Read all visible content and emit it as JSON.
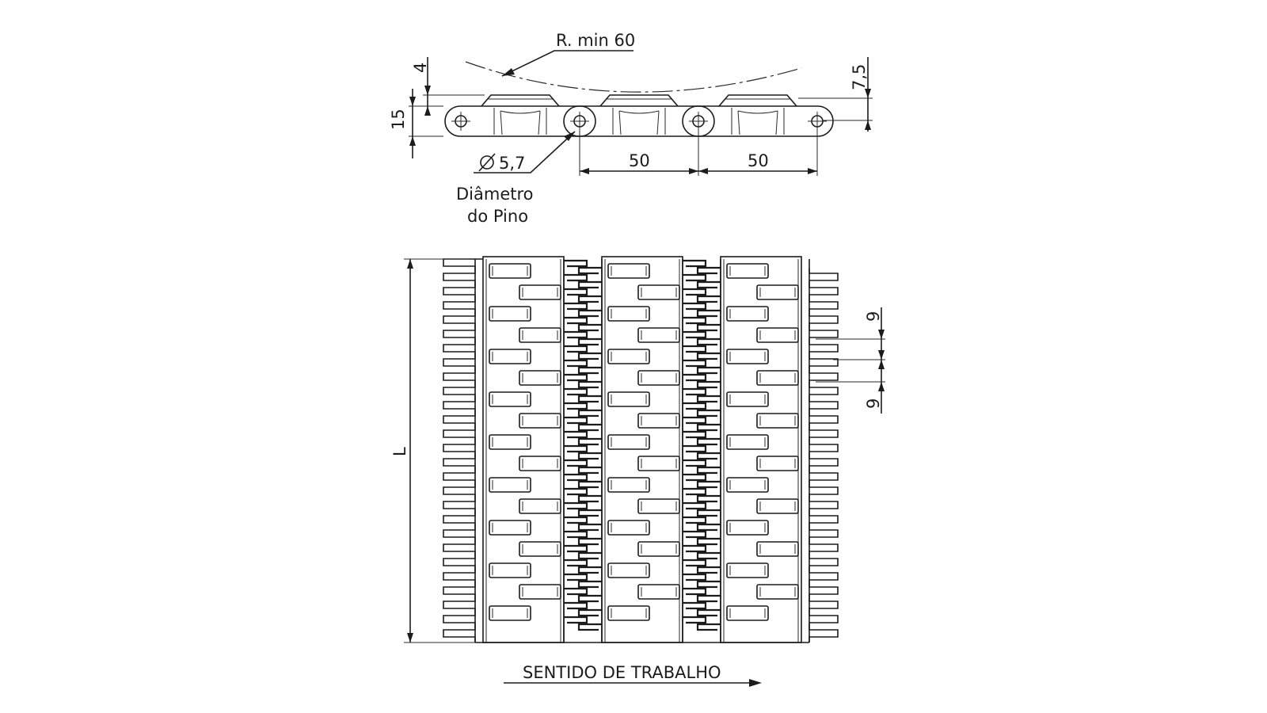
{
  "labels": {
    "radius": "R. min 60",
    "dim_top": "4",
    "dim_height": "15",
    "dim_right": "7,5",
    "pin_diameter": "5,7",
    "pin_label_line1": "Diâmetro",
    "pin_label_line2": "do Pino",
    "pitch_1": "50",
    "pitch_2": "50",
    "length": "L",
    "spacing_1": "9",
    "spacing_2": "9",
    "direction": "SENTIDO DE TRABALHO"
  },
  "icons": {
    "diameter_symbol": "diameter-icon",
    "direction_arrow": "arrow-right-icon"
  },
  "colors": {
    "line": "#1c1c1c",
    "background": "#ffffff"
  }
}
